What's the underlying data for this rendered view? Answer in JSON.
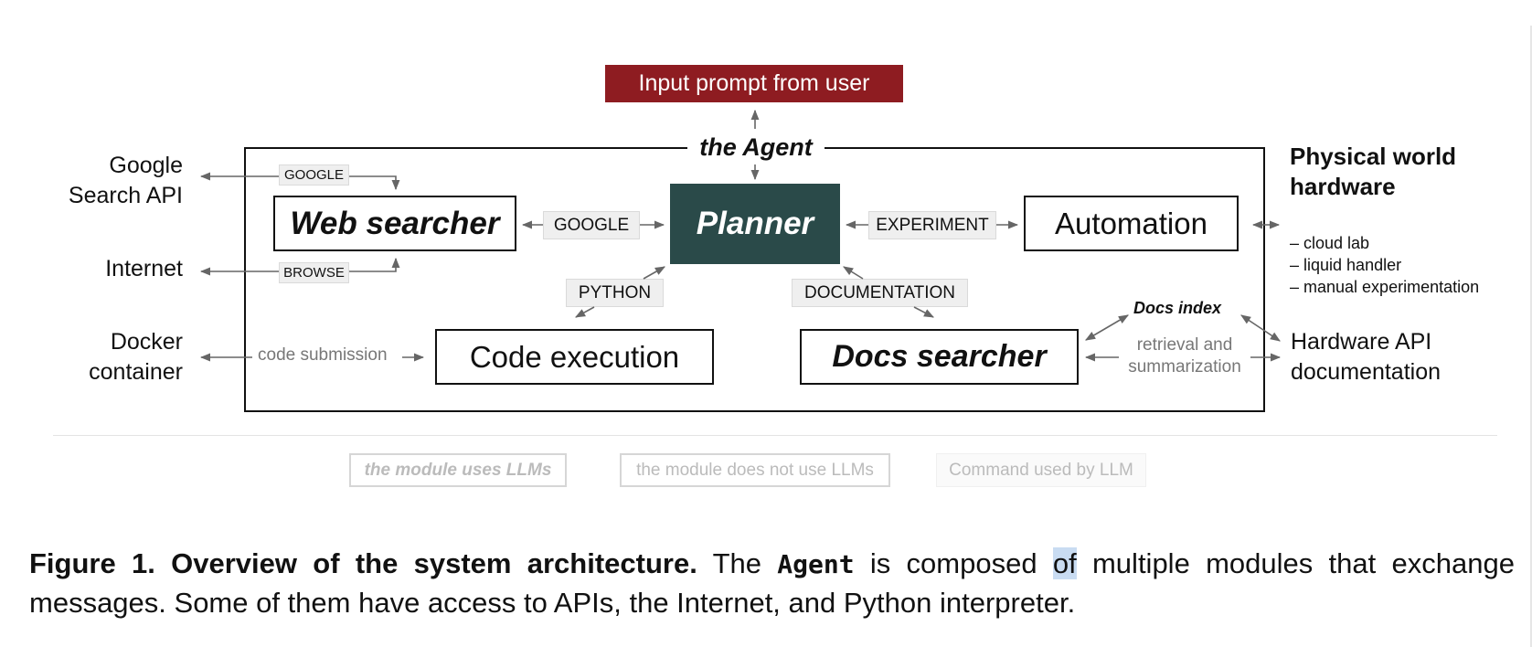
{
  "diagram": {
    "prompt": "Input prompt from user",
    "agent_label": "the Agent",
    "modules": {
      "planner": "Planner",
      "web_searcher": "Web searcher",
      "code_execution": "Code execution",
      "docs_searcher": "Docs searcher",
      "automation": "Automation"
    },
    "commands": {
      "google_main": "GOOGLE",
      "google_small": "GOOGLE",
      "browse": "BROWSE",
      "experiment": "EXPERIMENT",
      "python": "PYTHON",
      "documentation": "DOCUMENTATION"
    },
    "external": {
      "google_search_api_line1": "Google",
      "google_search_api_line2": "Search API",
      "internet": "Internet",
      "docker_line1": "Docker",
      "docker_line2": "container",
      "hardware_title_line1": "Physical world",
      "hardware_title_line2": "hardware",
      "hardware_items": [
        "– cloud lab",
        "– liquid handler",
        "– manual experimentation"
      ],
      "hardware_api_line1": "Hardware API",
      "hardware_api_line2": "documentation"
    },
    "annotations": {
      "code_submission": "code submission",
      "docs_index": "Docs index",
      "retrieval_line1": "retrieval and",
      "retrieval_line2": "summarization"
    }
  },
  "legend": {
    "llm": "the module uses LLMs",
    "no_llm": "the module does not use LLMs",
    "command": "Command used by LLM"
  },
  "caption": {
    "label": "Figure 1. Overview of the system architecture.",
    "text_1": " The ",
    "agent": "Agent",
    "text_2": " is composed ",
    "highlight": "of",
    "text_3": " multiple modules that exchange messages. Some of them have access to APIs, the Internet, and Python interpreter."
  },
  "colors": {
    "prompt_bg": "#8e1c21",
    "planner_bg": "#2a4a49",
    "command_bg": "#efefef",
    "highlight": "#c9dcf2"
  }
}
